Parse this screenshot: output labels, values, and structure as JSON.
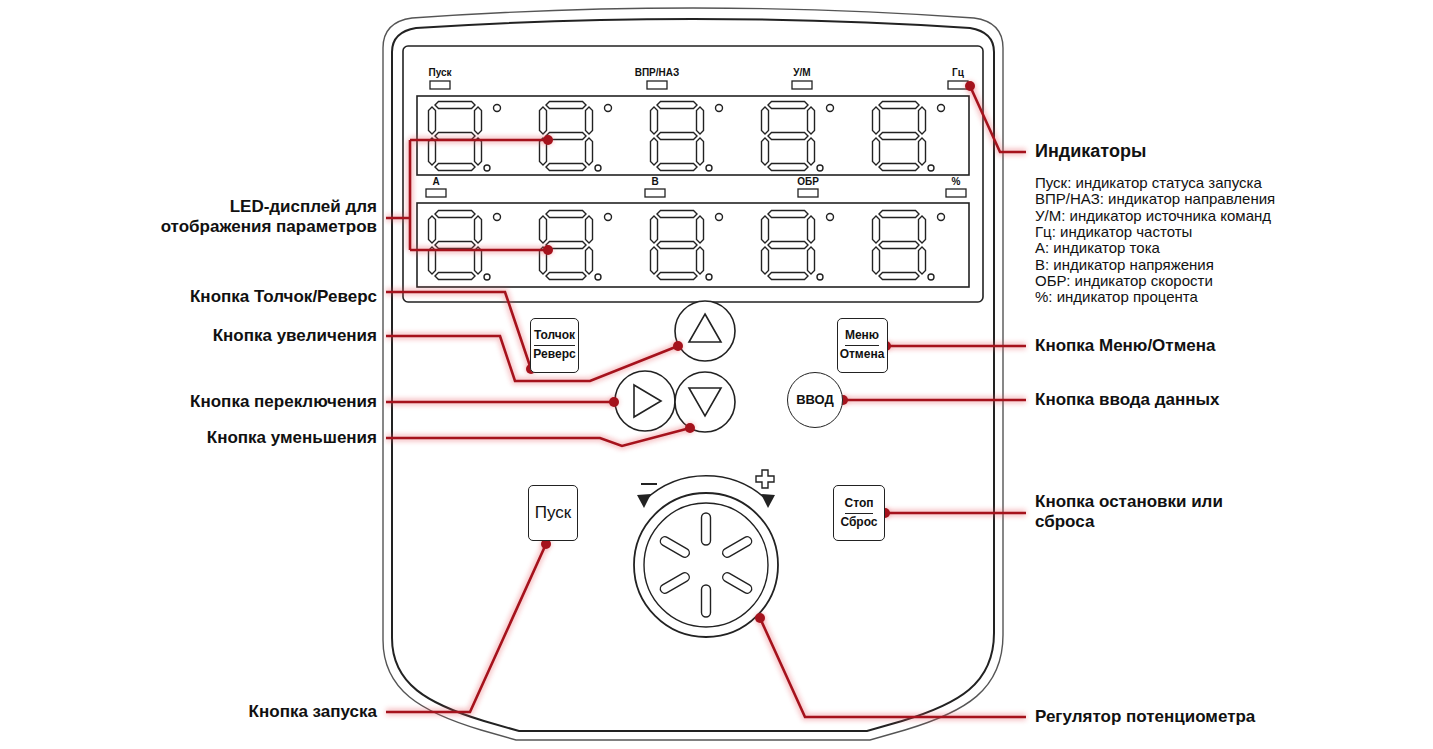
{
  "diagram": {
    "nodes": [
      {
        "text": [
          "Толчок",
          "Реверс"
        ]
      },
      {
        "text": [
          "Меню",
          "Отмена"
        ]
      },
      {
        "text": [
          "ВВОД"
        ]
      },
      {
        "text": [
          "Пуск"
        ]
      },
      {
        "text": [
          "Стоп",
          "Сброс"
        ]
      }
    ],
    "labels": [
      "Пуск",
      "ВПР/НАЗ",
      "У/М",
      "Гц",
      "А",
      "В",
      "ОБР",
      "%",
      "LED-дисплей для отображения параметров",
      "Кнопка Толчок/Реверс",
      "Кнопка увеличения",
      "Кнопка переключения",
      "Кнопка уменьшения",
      "Кнопка запуска",
      "Индикаторы",
      "Пуск: индикатор статуса запуска",
      "ВПР/НАЗ: индикатор направления",
      "У/М: индикатор источника команд",
      "Гц: индикатор частоты",
      "А: индикатор тока",
      "В: индикатор напряжения",
      "ОБР: индикатор скорости",
      "%: индикатор процента",
      "Кнопка Меню/Отмена",
      "Кнопка ввода данных",
      "Кнопка остановки или сброса",
      "Регулятор потенциометра"
    ]
  }
}
